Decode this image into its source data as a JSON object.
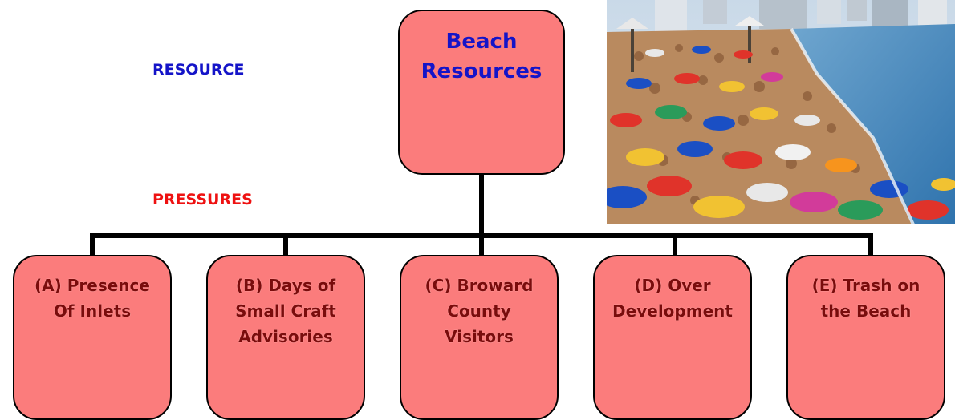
{
  "labels": {
    "resource": "RESOURCE",
    "pressures": "PRESSURES"
  },
  "root": {
    "label": "Beach\nResources"
  },
  "pressures": [
    {
      "label": "(A) Presence\nOf Inlets"
    },
    {
      "label": "(B) Days of\nSmall Craft\nAdvisories"
    },
    {
      "label": "(C) Broward\nCounty\nVisitors"
    },
    {
      "label": "(D) Over\nDevelopment"
    },
    {
      "label": "(E) Trash on\nthe Beach"
    }
  ],
  "colors": {
    "box_fill": "#fb7c7c",
    "root_text": "#1414c8",
    "child_text": "#7a0c0c",
    "resource_label": "#1414c8",
    "pressures_label": "#ee1111"
  },
  "photo": {
    "icon": "crowded-beach-photo"
  }
}
